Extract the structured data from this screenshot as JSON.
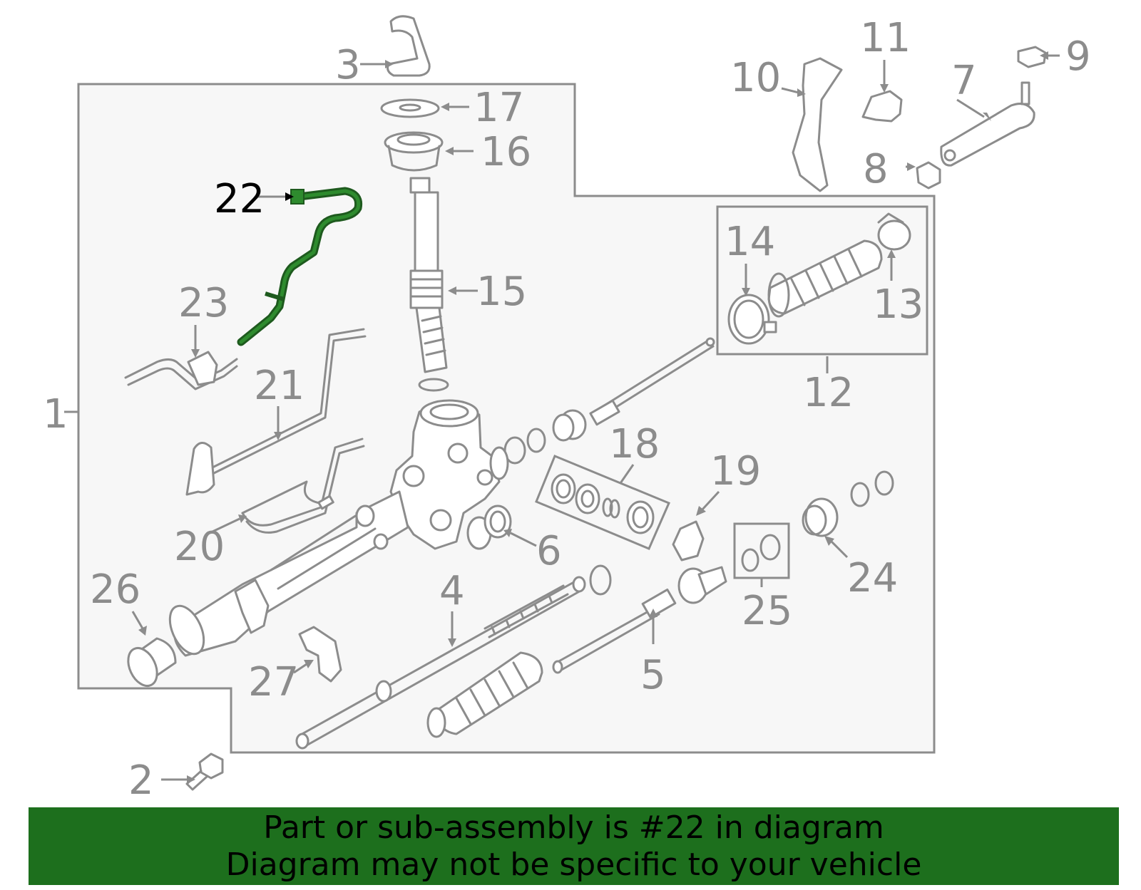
{
  "diagram": {
    "highlight_color": "#2e8b2e",
    "highlighted_part": "22",
    "callouts": [
      "1",
      "2",
      "3",
      "4",
      "5",
      "6",
      "7",
      "8",
      "9",
      "10",
      "11",
      "12",
      "13",
      "14",
      "15",
      "16",
      "17",
      "18",
      "19",
      "20",
      "21",
      "22",
      "23",
      "24",
      "25",
      "26",
      "27"
    ]
  },
  "banner": {
    "background": "#1d6f1d",
    "line1": "Part or sub-assembly is #22 in diagram",
    "line2": "Diagram may not be specific to your vehicle"
  }
}
